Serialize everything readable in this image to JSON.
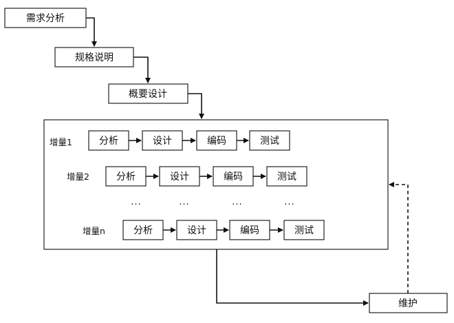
{
  "stages": [
    "需求分析",
    "规格说明",
    "概要设计"
  ],
  "increments": [
    {
      "label": "增量1",
      "steps": [
        "分析",
        "设计",
        "编码",
        "测试"
      ]
    },
    {
      "label": "增量2",
      "steps": [
        "分析",
        "设计",
        "编码",
        "测试"
      ]
    },
    {
      "label": "增量n",
      "steps": [
        "分析",
        "设计",
        "编码",
        "测试"
      ]
    }
  ],
  "ellipsis": "...",
  "maintenance": "维护"
}
